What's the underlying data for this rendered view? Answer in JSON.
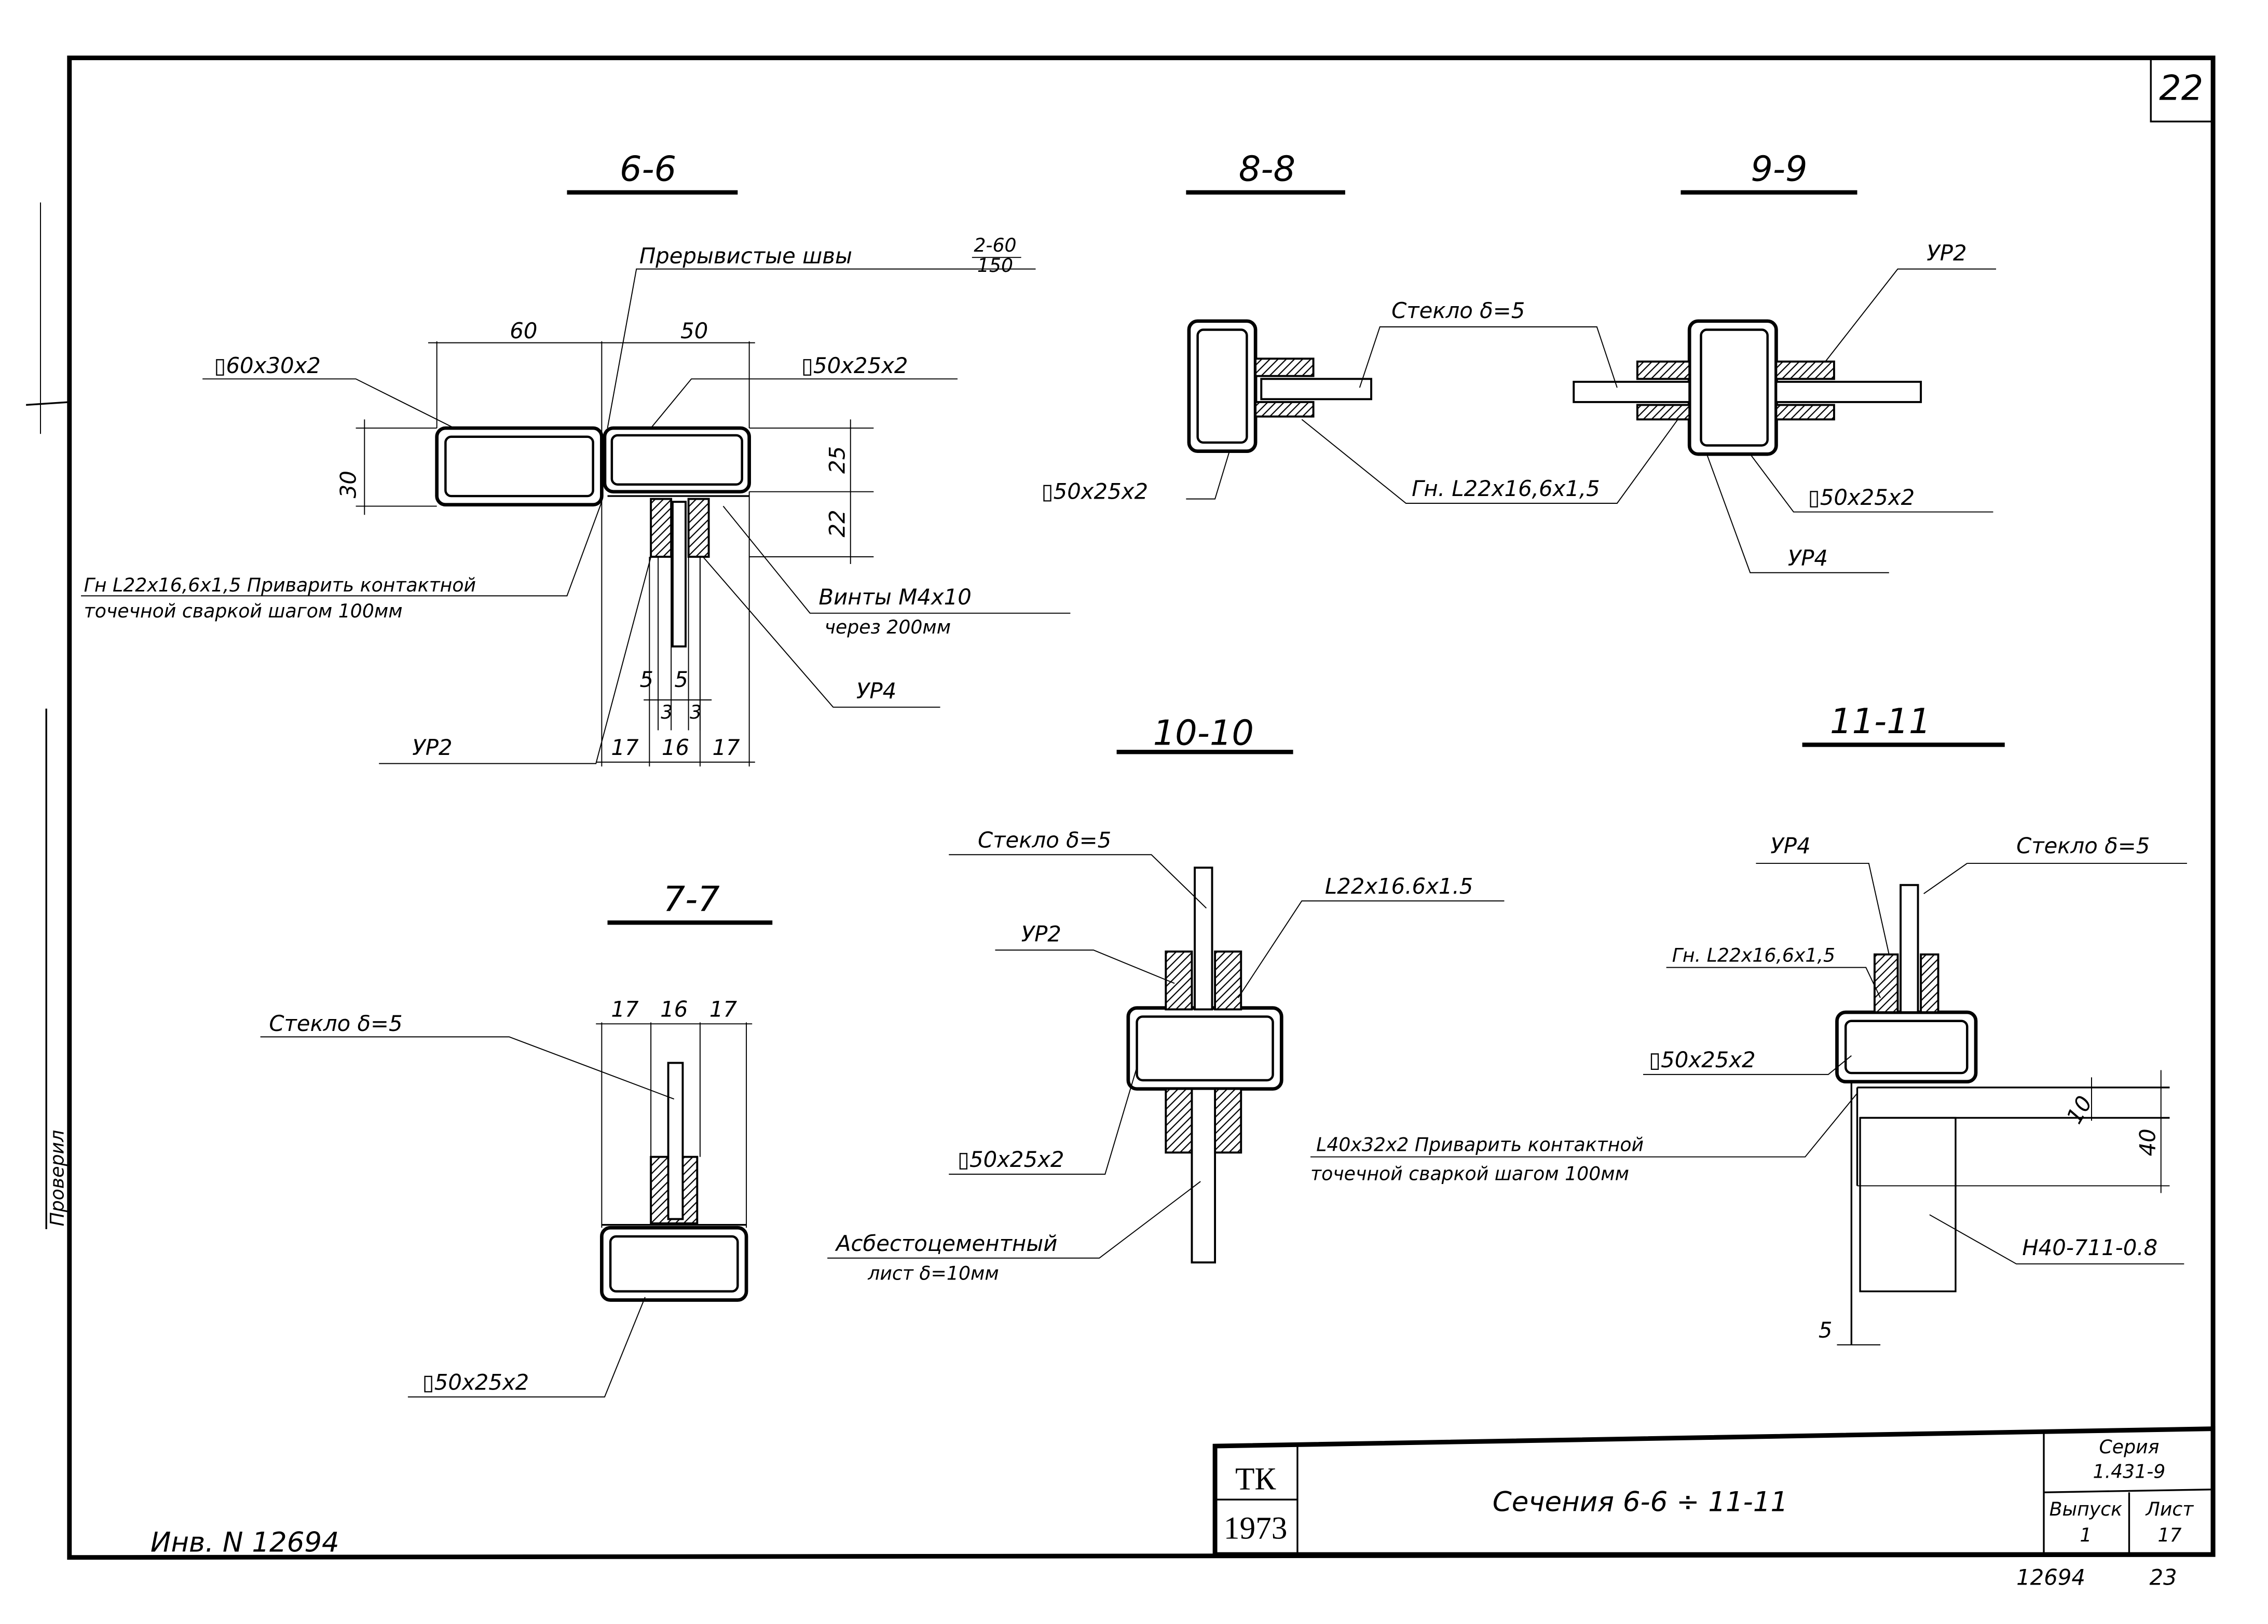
{
  "sheet": {
    "page_number": "22",
    "inventory_label": "Инв. N 12694",
    "bottom_stamp_left": "12694",
    "bottom_stamp_right": "23",
    "margin_stamp": "Проверил"
  },
  "title_block": {
    "org": "ТК",
    "year": "1973",
    "title": "Сечения 6-6 ÷ 11-11",
    "series_label": "Серия",
    "series_value": "1.431-9",
    "issue_label": "Выпуск",
    "issue_value": "1",
    "sheet_label": "Лист",
    "sheet_value": "17"
  },
  "sections": {
    "s66": {
      "title": "6-6",
      "weld_note": "Прерывистые швы",
      "weld_num": "2-60",
      "weld_den": "150",
      "tube_left": "▯60x30x2",
      "tube_right": "▯50x25x2",
      "angle_note_1": "Гн L22x16,6x1,5 Приварить контактной",
      "angle_note_2": "точечной сваркой шагом 100мм",
      "screws_1": "Винты М4x10",
      "screws_2": "через 200мм",
      "gasket_a": "УР4",
      "gasket_b": "УР2",
      "dims": {
        "w_left": "60",
        "w_right": "50",
        "h_left": "30",
        "h_right": "25",
        "h_bottom": "22",
        "g1": "5",
        "g2": "5",
        "g3": "3",
        "g4": "3",
        "b1": "17",
        "b2": "16",
        "b3": "17"
      }
    },
    "s77": {
      "title": "7-7",
      "glass": "Стекло δ=5",
      "tube": "▯50x25x2",
      "dims": {
        "d1": "17",
        "d2": "16",
        "d3": "17"
      }
    },
    "s88": {
      "title": "8-8",
      "tube": "▯50x25x2"
    },
    "s99": {
      "title": "9-9",
      "gasket_top": "УР2",
      "tube": "▯50x25x2",
      "gasket_bottom": "УР4"
    },
    "s88_99_shared": {
      "glass": "Стекло δ=5",
      "angle": "Гн. L22x16,6x1,5"
    },
    "s1010": {
      "title": "10-10",
      "glass": "Стекло δ=5",
      "angle": "L22x16.6x1.5",
      "gasket": "УР2",
      "tube": "▯50x25x2",
      "sheet_1": "Асбестоцементный",
      "sheet_2": "лист δ=10мм"
    },
    "s1111": {
      "title": "11-11",
      "gasket": "УР4",
      "glass": "Стекло δ=5",
      "angle": "Гн. L22x16,6x1,5",
      "tube": "▯50x25x2",
      "angle2_1": "L40x32x2 Приварить контактной",
      "angle2_2": "точечной сваркой шагом 100мм",
      "profile": "Н40-711-0.8",
      "dims": {
        "d10": "10",
        "d40": "40",
        "d5": "5"
      }
    }
  }
}
